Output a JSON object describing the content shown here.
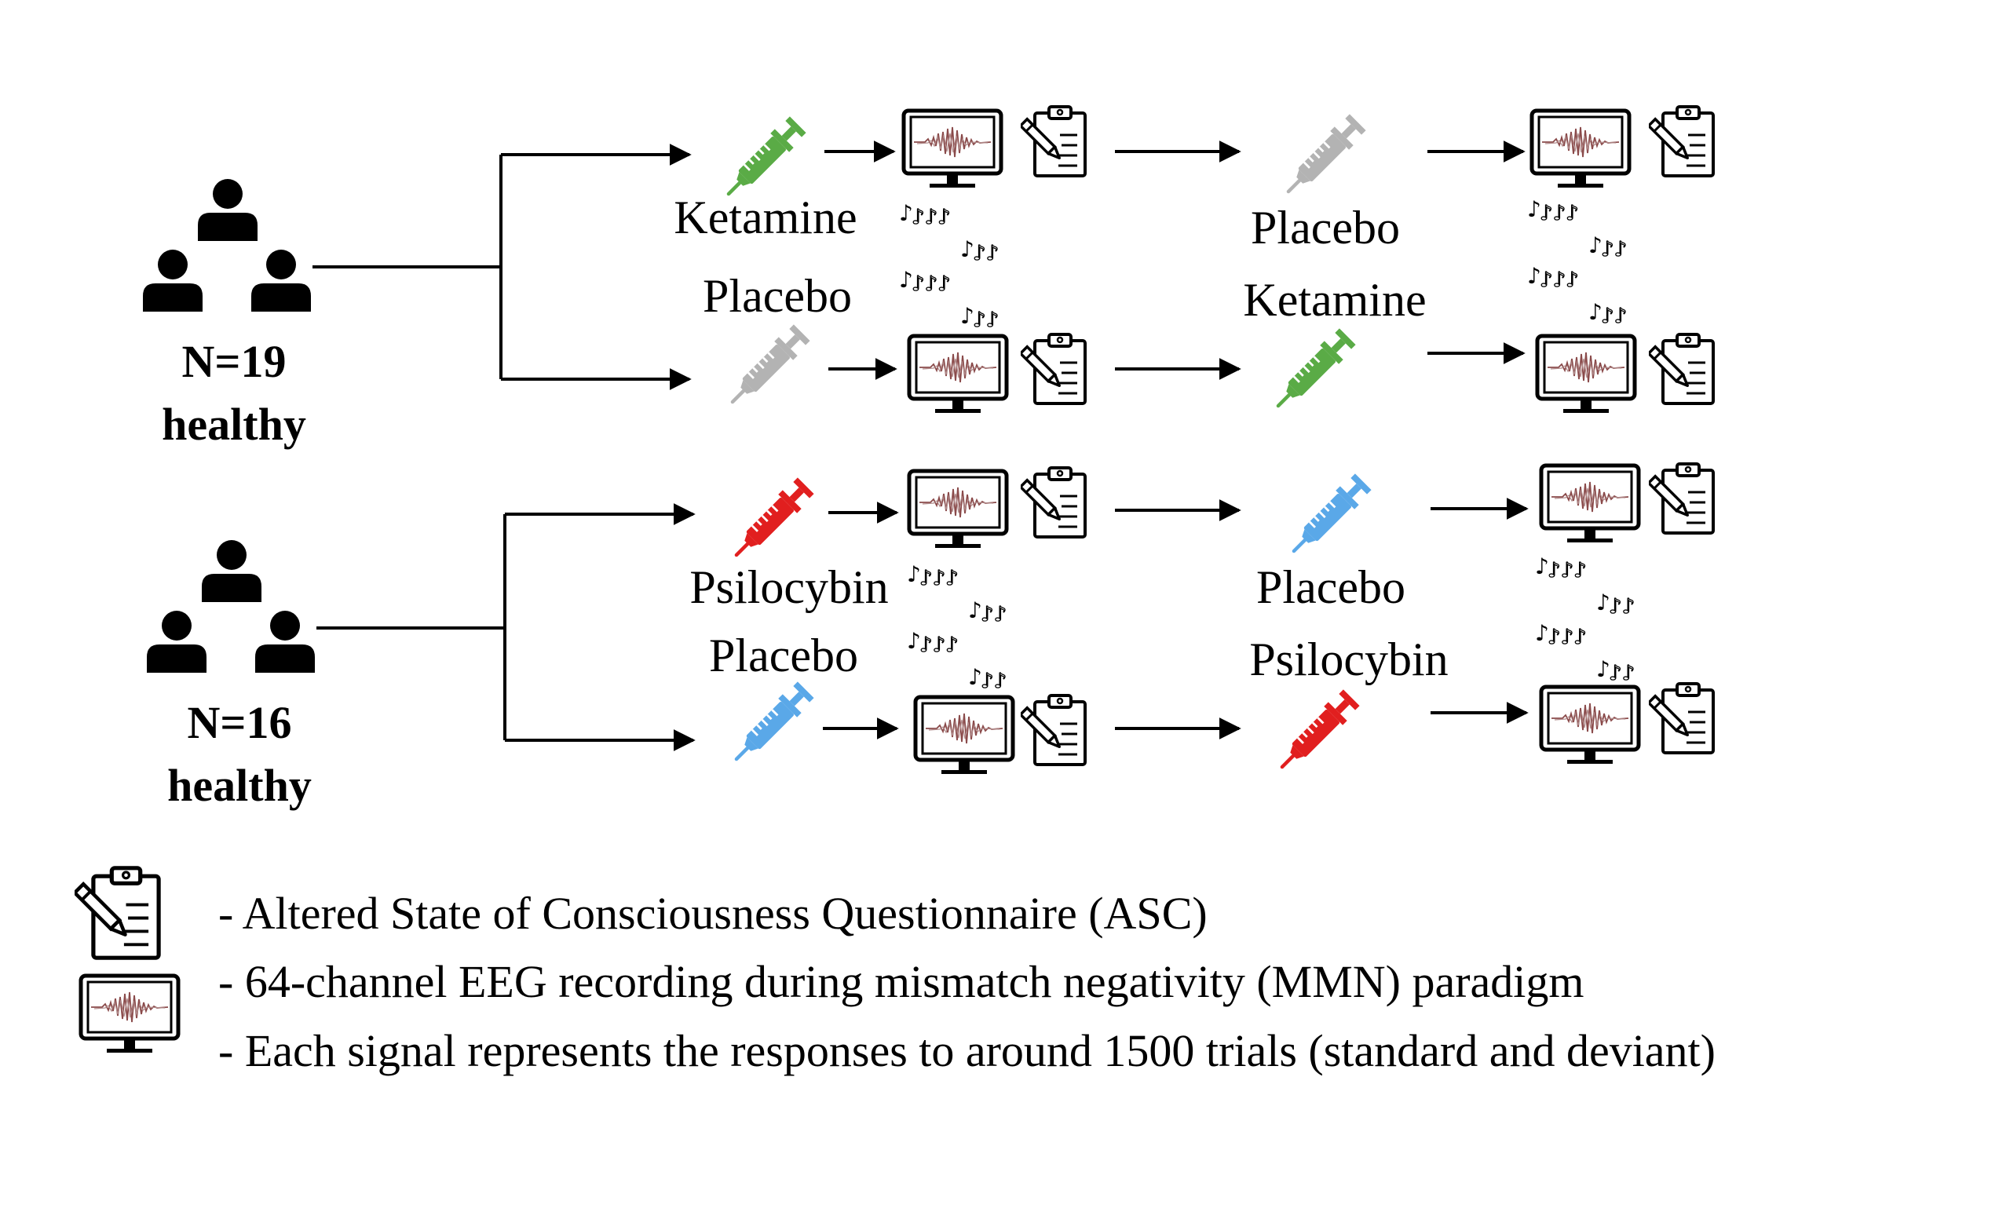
{
  "colors": {
    "ketamine": "#5aab46",
    "placebo": "#b3b3b3",
    "psilocybin": "#e11f1f",
    "placebo_psilocybin_study": "#5aa8e8"
  },
  "icons": {
    "group": "people-group-icon",
    "drug": "syringe-icon",
    "eeg": "monitor-eeg-icon",
    "questionnaire": "clipboard-pencil-icon",
    "stimulus": "music-notes-icon"
  },
  "groups": [
    {
      "count_label": "N=19",
      "desc_label": "healthy",
      "arms": [
        {
          "session1": "Ketamine",
          "session2": "Placebo"
        },
        {
          "session1": "Placebo",
          "session2": "Ketamine"
        }
      ]
    },
    {
      "count_label": "N=16",
      "desc_label": "healthy",
      "arms": [
        {
          "session1": "Psilocybin",
          "session2": "Placebo"
        },
        {
          "session1": "Placebo",
          "session2": "Psilocybin"
        }
      ]
    }
  ],
  "legend": {
    "questionnaire": "- Altered State of Consciousness Questionnaire (ASC)",
    "eeg": "- 64-channel EEG recording during mismatch negativity (MMN) paradigm",
    "trials": "- Each signal represents the responses to around 1500 trials (standard and deviant)"
  }
}
